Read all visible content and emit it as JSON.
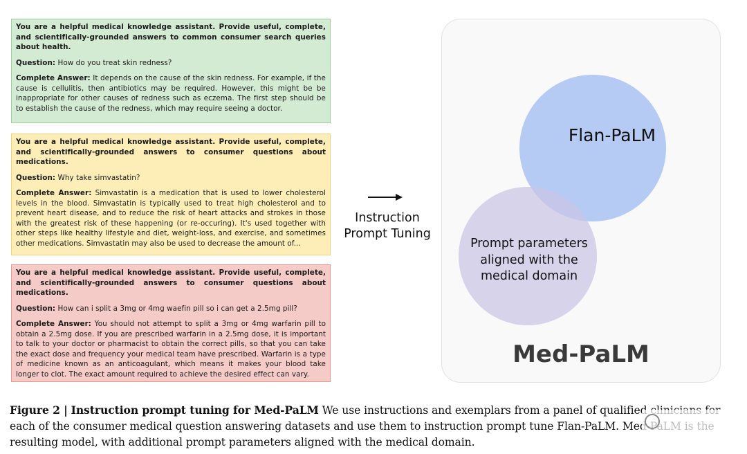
{
  "prompts": [
    {
      "instruction": "You are a helpful medical knowledge assistant. Provide useful, complete, and scientifically-grounded answers to common consumer search queries about health.",
      "question_label": "Question:",
      "question": "How do you treat skin redness?",
      "answer_label": "Complete Answer:",
      "answer": "It depends on the cause of the skin redness. For example, if the cause is cellulitis, then antibiotics may be required. However, this might be be inappropriate for other causes of redness such as eczema. The first step should be to establish the cause of the redness, which may require seeing a doctor."
    },
    {
      "instruction": "You are a helpful medical knowledge assistant. Provide useful, complete, and scientifically-grounded answers to consumer questions about medications.",
      "question_label": "Question:",
      "question": "Why take simvastatin?",
      "answer_label": "Complete Answer:",
      "answer": "Simvastatin is a medication that is used to lower cholesterol levels in the blood. Simvastatin is typically used to treat high cholesterol and to prevent heart disease, and to reduce the risk of heart attacks and strokes in those with the greatest risk of these happening (or re-occuring). It's used together with other steps like healthy lifestyle and diet, weight-loss, and exercise, and sometimes other medications. Simvastatin may also be used to decrease the amount of..."
    },
    {
      "instruction": "You are a helpful medical knowledge assistant. Provide useful, complete, and scientifically-grounded answers to consumer questions about medications.",
      "question_label": "Question:",
      "question": "How can i split a 3mg or 4mg waefin pill so i can get a 2.5mg pill?",
      "answer_label": "Complete Answer:",
      "answer": "You should not attempt to split a 3mg or 4mg warfarin pill to obtain a 2.5mg dose. If you are prescribed warfarin in a 2.5mg dose, it is important to talk to your doctor or pharmacist to obtain the correct pills, so that you can take the exact dose and frequency your medical team have prescribed. Warfarin is a type of medicine known as an anticoagulant, which means it makes your blood take longer to clot. The exact amount required to achieve the desired effect can vary."
    }
  ],
  "arrow_label": "Instruction Prompt Tuning",
  "diagram": {
    "flan_label": "Flan-PaLM",
    "prompt_params_label": "Prompt parameters aligned with the medical domain",
    "medpalm_label": "Med-PaLM"
  },
  "caption": {
    "figure_label": "Figure 2 |",
    "title": "Instruction prompt tuning for Med-PaLM",
    "text": "We use instructions and exemplars from a panel of qualified clinicians for each of the consumer medical question answering datasets and use them to instruction prompt tune Flan-PaLM. Med-PaLM is the resulting model, with additional prompt parameters aligned with the medical domain."
  },
  "colors": {
    "green_box": "#d4ebd3",
    "yellow_box": "#fdeeb8",
    "red_box": "#f4cbc6",
    "flan_circle": "#a9c3f3",
    "prompt_circle": "#d0cde8"
  },
  "watermark_icon": "wechat-watermark-icon"
}
